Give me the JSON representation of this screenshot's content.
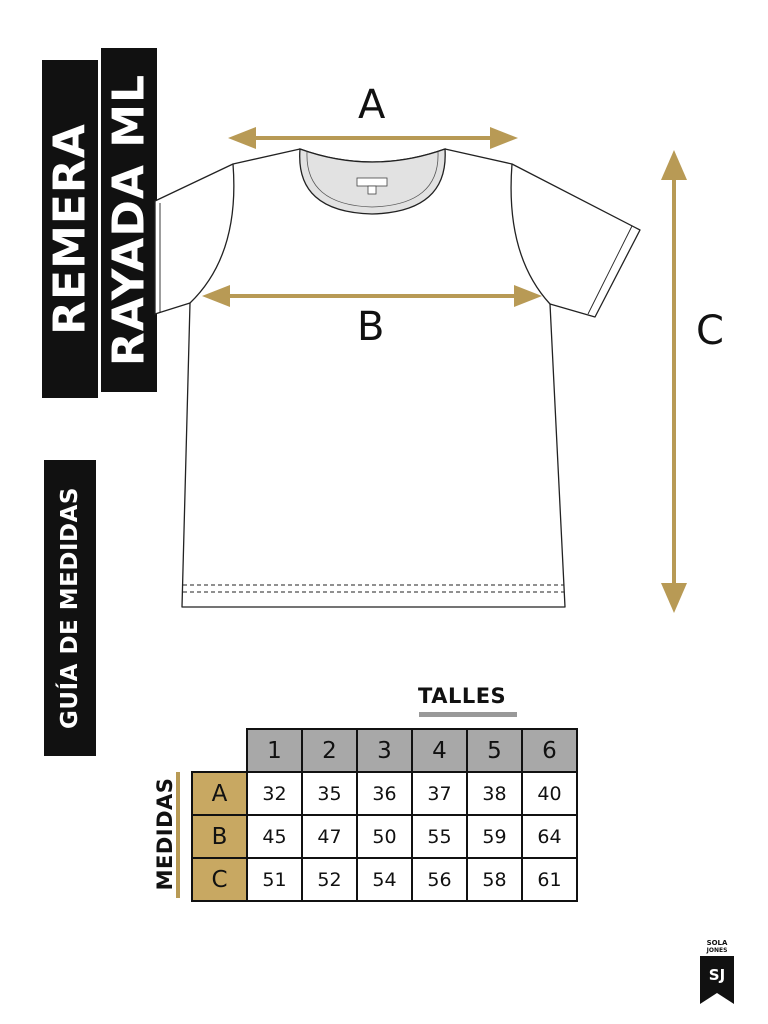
{
  "title": {
    "line1": "REMERA",
    "line2": "RAYADA ML"
  },
  "guide_label": "GUÍA DE MEDIDAS",
  "dimensions": {
    "a": "A",
    "b": "B",
    "c": "C"
  },
  "table": {
    "header": "TALLES",
    "side_label": "MEDIDAS",
    "sizes": [
      "1",
      "2",
      "3",
      "4",
      "5",
      "6"
    ],
    "rows": [
      {
        "label": "A",
        "values": [
          "32",
          "35",
          "36",
          "37",
          "38",
          "40"
        ]
      },
      {
        "label": "B",
        "values": [
          "45",
          "47",
          "50",
          "55",
          "59",
          "64"
        ]
      },
      {
        "label": "C",
        "values": [
          "51",
          "52",
          "54",
          "56",
          "58",
          "61"
        ]
      }
    ]
  },
  "brand": {
    "line1": "SOLA",
    "line2": "JONES",
    "monogram": "SJ"
  },
  "colors": {
    "arrow": "#b89a55",
    "size_header": "#a8a8a8",
    "row_header": "#c8a862",
    "label_bg": "#111111"
  }
}
